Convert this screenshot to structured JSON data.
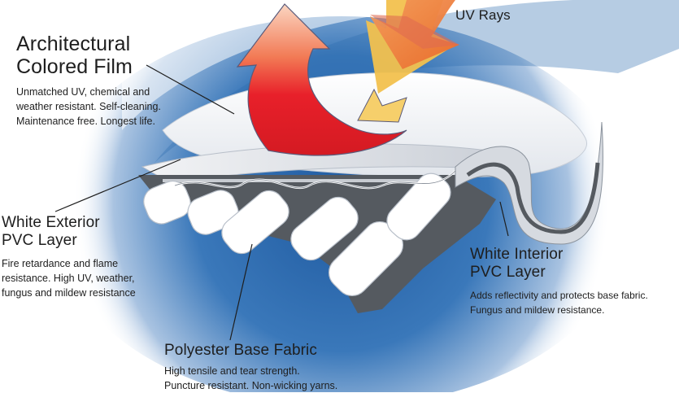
{
  "diagram": {
    "subject": "Architectural membrane layer cross-section",
    "colors": {
      "background_blue": "#2f6db0",
      "background_light": "#ffffff",
      "heat_arrow_top": "#f4a07a",
      "heat_arrow_bottom": "#e8202a",
      "uv_arrow_orange": "#ee7a30",
      "uv_arrow_yellow": "#f2c14e",
      "fabric_dark": "#555a60",
      "text": "#1e1e1e"
    },
    "uv": {
      "label": "UV Rays",
      "icon": "uv-rays-arrow-icon",
      "reflect_icon": "heat-reflection-arrow-icon"
    },
    "labels": [
      {
        "id": "film",
        "title_lines": [
          "Architectural",
          "Colored Film"
        ],
        "desc_lines": [
          "Unmatched UV, chemical and",
          "weather resistant. Self-cleaning.",
          "Maintenance free. Longest life."
        ]
      },
      {
        "id": "exterior",
        "title_lines": [
          "White Exterior",
          "PVC Layer"
        ],
        "desc_lines": [
          "Fire retardance and flame",
          "resistance. High UV, weather,",
          "fungus and mildew resistance"
        ]
      },
      {
        "id": "interior",
        "title_lines": [
          "White Interior",
          "PVC Layer"
        ],
        "desc_lines": [
          "Adds reflectivity and protects base fabric.",
          "Fungus and mildew resistance."
        ]
      },
      {
        "id": "base",
        "title_lines": [
          "Polyester Base Fabric"
        ],
        "desc_lines": [
          "High tensile and tear strength.",
          "Puncture resistant. Non-wicking yarns."
        ]
      }
    ]
  }
}
